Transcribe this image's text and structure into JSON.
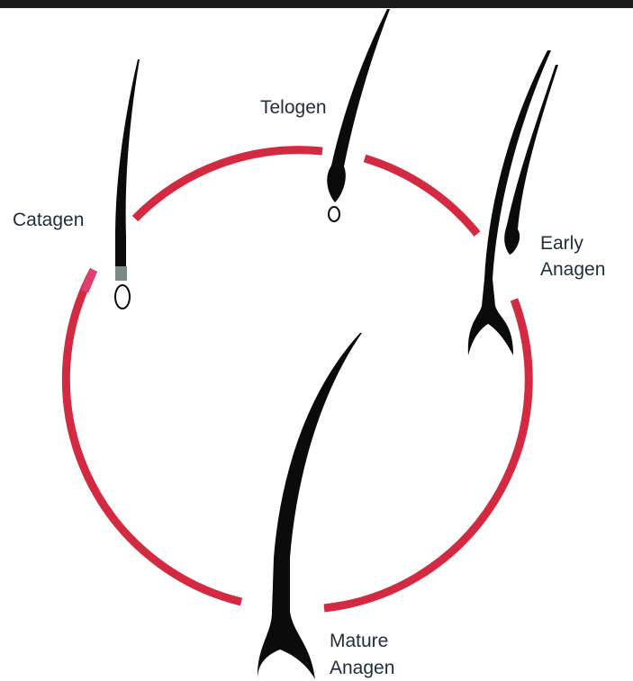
{
  "diagram": {
    "colors": {
      "cycle_ring": "#d32a41",
      "hair": "#0b0b0b",
      "label_text": "#1f2d3d",
      "top_bar": "#1c1c1c",
      "background": "#ffffff",
      "catagen_sheath": "#7a8a86"
    },
    "stages": {
      "telogen": {
        "label": "Telogen"
      },
      "catagen": {
        "label": "Catagen"
      },
      "early_anagen": {
        "label_line1": "Early",
        "label_line2": "Anagen"
      },
      "mature_anagen": {
        "label_line1": "Mature",
        "label_line2": "Anagen"
      }
    }
  }
}
